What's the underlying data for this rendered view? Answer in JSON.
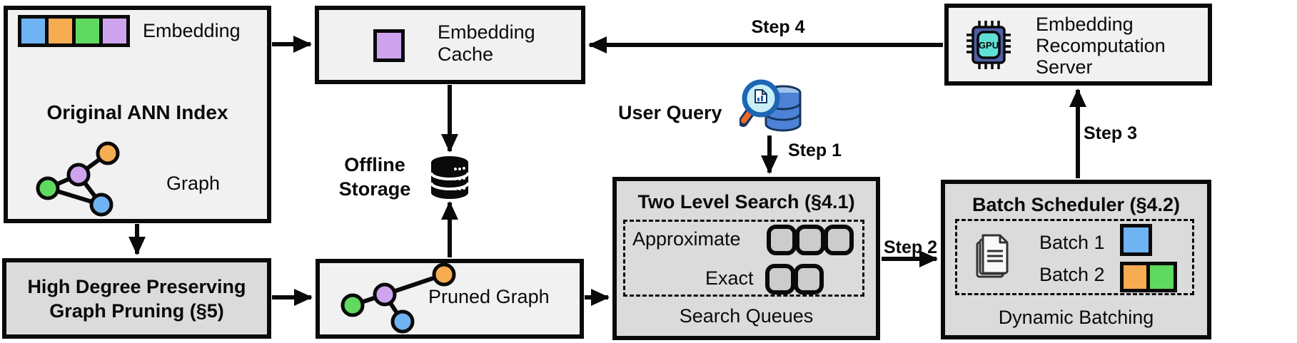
{
  "palette": {
    "blue": "#6eb4f2",
    "orange": "#f6ac51",
    "green": "#5fd95f",
    "purple": "#cfa4ee",
    "light_box_fill": "#f1f1f1",
    "gray_box_fill": "#dbdbdb",
    "slot_fill": "#cccccc",
    "outline": "#0a0a0a",
    "gpu_chip_body": "#4f5fa8",
    "gpu_chip_inner": "#60e0d5",
    "magnifier_rim": "#1d66b4",
    "magnifier_lens": "#c9eef8",
    "magnifier_handle": "#f2682a",
    "query_db_fill": "#4d82d6"
  },
  "original_index": {
    "embedding_label": "Embedding",
    "title": "Original ANN Index",
    "graph_label": "Graph"
  },
  "pruning_box": {
    "line1": "High Degree Preserving",
    "line2": "Graph Pruning (§5)"
  },
  "embedding_cache": {
    "line1": "Embedding",
    "line2": "Cache"
  },
  "offline_storage": {
    "line1": "Offline",
    "line2": "Storage"
  },
  "pruned_graph": {
    "label": "Pruned Graph"
  },
  "user_query": {
    "label": "User Query"
  },
  "steps": {
    "step1": "Step 1",
    "step2": "Step 2",
    "step3": "Step 3",
    "step4": "Step 4"
  },
  "two_level_search": {
    "title": "Two Level Search (§4.1)",
    "approximate_label": "Approximate",
    "exact_label": "Exact",
    "caption": "Search Queues",
    "approximate_slots": 3,
    "exact_slots": 2
  },
  "batch_scheduler": {
    "title": "Batch Scheduler (§4.2)",
    "batch1_label": "Batch 1",
    "batch2_label": "Batch 2",
    "caption": "Dynamic Batching"
  },
  "recomputation_server": {
    "line1": "Embedding",
    "line2": "Recomputation",
    "line3": "Server",
    "gpu_label": "GPU"
  }
}
